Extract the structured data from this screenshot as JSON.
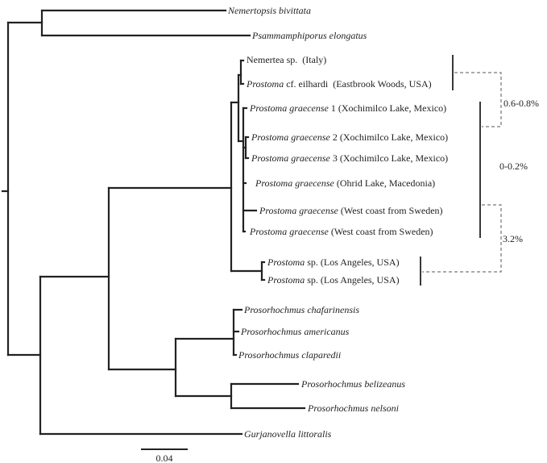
{
  "taxa": [
    {
      "id": "t1",
      "genus": "Nemertopsis bivittata",
      "rest": ""
    },
    {
      "id": "t2",
      "genus": "Psammamphiporus elongatus",
      "rest": ""
    },
    {
      "id": "t3",
      "genus": "",
      "rest": "Nemertea sp.  (Italy)"
    },
    {
      "id": "t4",
      "genus": "Prostoma",
      "rest": " cf. eilhardi  (Eastbrook Woods, USA)"
    },
    {
      "id": "t5",
      "genus": "Prostoma graecense",
      "rest": " 1 (Xochimilco Lake, Mexico)"
    },
    {
      "id": "t6",
      "genus": "Prostoma graecense",
      "rest": " 2 (Xochimilco Lake, Mexico)"
    },
    {
      "id": "t7",
      "genus": "Prostoma graecense",
      "rest": " 3 (Xochimilco Lake, Mexico)"
    },
    {
      "id": "t8",
      "genus": "Prostoma graecense",
      "rest": " (Ohrid Lake, Macedonia)"
    },
    {
      "id": "t9",
      "genus": "Prostoma graecense",
      "rest": " (West coast from Sweden)"
    },
    {
      "id": "t10",
      "genus": "Prostoma graecense",
      "rest": " (West coast from Sweden)"
    },
    {
      "id": "t11",
      "genus": "Prostoma",
      "rest": " sp. (Los Angeles, USA)"
    },
    {
      "id": "t12",
      "genus": "Prostoma",
      "rest": " sp. (Los Angeles, USA)"
    },
    {
      "id": "t13",
      "genus": "Prosorhochmus chafarinensis",
      "rest": ""
    },
    {
      "id": "t14",
      "genus": "Prosorhochmus americanus",
      "rest": ""
    },
    {
      "id": "t15",
      "genus": "Prosorhochmus claparedii",
      "rest": ""
    },
    {
      "id": "t16",
      "genus": "Prosorhochmus belizeanus",
      "rest": ""
    },
    {
      "id": "t17",
      "genus": "Prosorhochmus nelsoni",
      "rest": ""
    },
    {
      "id": "t18",
      "genus": "Gurjanovella littoralis",
      "rest": ""
    }
  ],
  "distances": {
    "d1": "0.6-0.8%",
    "d2": "0-0.2%",
    "d3": "3.2%"
  },
  "scale_bar": {
    "label": "0.04"
  }
}
